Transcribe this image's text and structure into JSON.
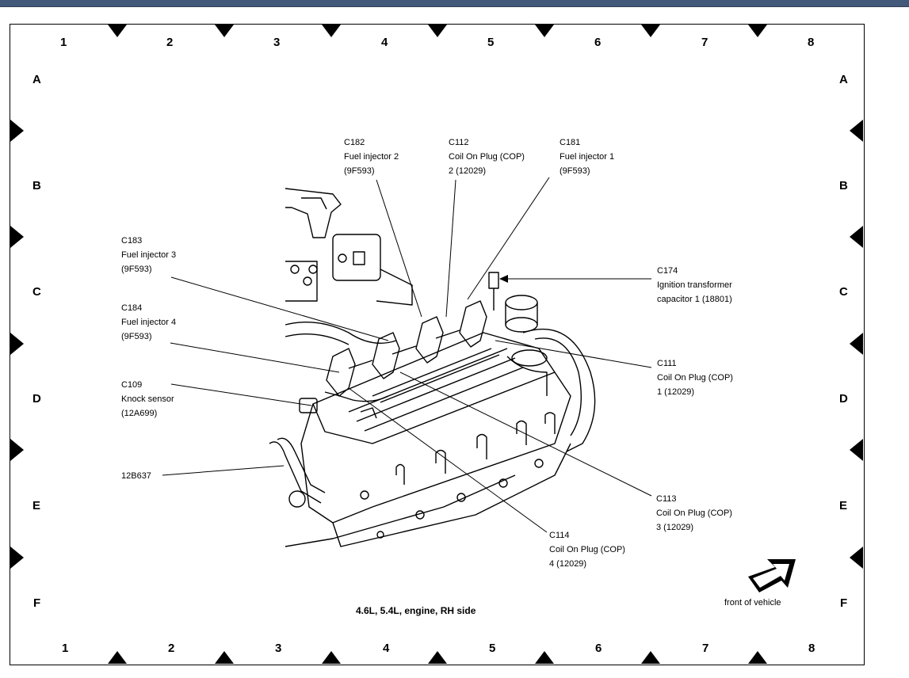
{
  "header_bar_color": "#43597a",
  "grid": {
    "columns": [
      "1",
      "2",
      "3",
      "4",
      "5",
      "6",
      "7",
      "8"
    ],
    "rows": [
      "A",
      "B",
      "C",
      "D",
      "E",
      "F"
    ]
  },
  "caption": "4.6L, 5.4L, engine, RH side",
  "front_label": "front of vehicle",
  "front_arrow_icon": "front-arrow-icon",
  "labels": {
    "c182": {
      "id": "C182",
      "name": "Fuel injector 2",
      "part": "(9F593)"
    },
    "c112": {
      "id": "C112",
      "name": "Coil On Plug (COP)",
      "part": "2 (12029)"
    },
    "c181": {
      "id": "C181",
      "name": "Fuel injector 1",
      "part": "(9F593)"
    },
    "c183": {
      "id": "C183",
      "name": "Fuel injector 3",
      "part": "(9F593)"
    },
    "c174": {
      "id": "C174",
      "name": "Ignition transformer",
      "part": "capacitor 1 (18801)"
    },
    "c184": {
      "id": "C184",
      "name": "Fuel injector 4",
      "part": "(9F593)"
    },
    "c111": {
      "id": "C111",
      "name": "Coil On Plug (COP)",
      "part": "1 (12029)"
    },
    "c109": {
      "id": "C109",
      "name": "Knock sensor",
      "part": "(12A699)"
    },
    "h12b637": {
      "id": "12B637"
    },
    "c113": {
      "id": "C113",
      "name": "Coil On Plug (COP)",
      "part": "3 (12029)"
    },
    "c114": {
      "id": "C114",
      "name": "Coil On Plug (COP)",
      "part": "4 (12029)"
    }
  }
}
